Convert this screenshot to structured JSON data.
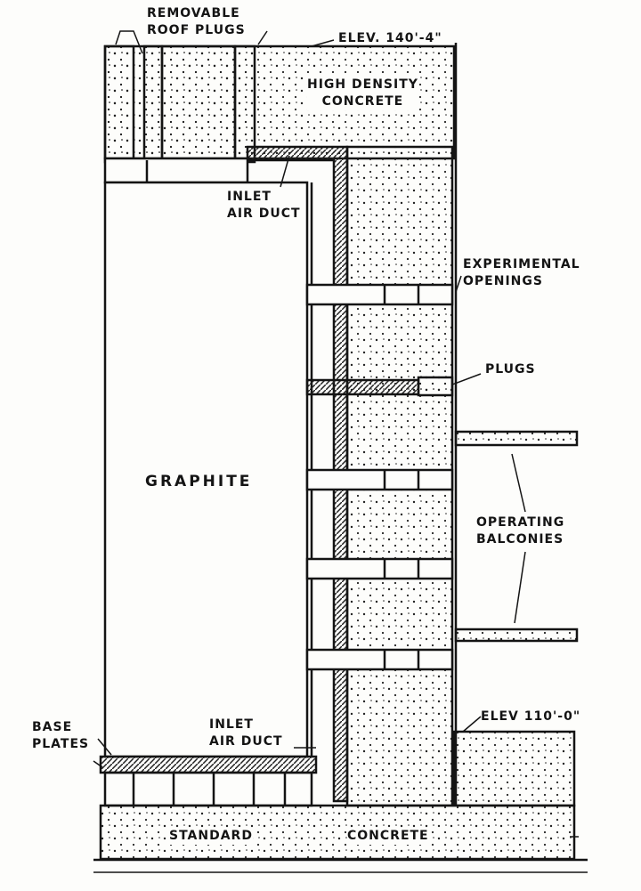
{
  "labels": {
    "roof_plugs": [
      "REMOVABLE",
      "ROOF PLUGS"
    ],
    "elev_top": "ELEV. 140'-4\"",
    "high_density": [
      "HIGH DENSITY",
      "CONCRETE"
    ],
    "inlet_top": [
      "INLET",
      "AIR DUCT"
    ],
    "experimental": [
      "EXPERIMENTAL",
      "OPENINGS"
    ],
    "plugs": "PLUGS",
    "graphite": "GRAPHITE",
    "balconies": [
      "OPERATING",
      "BALCONIES"
    ],
    "base_plates": [
      "BASE",
      "PLATES"
    ],
    "inlet_bottom": [
      "INLET",
      "AIR DUCT"
    ],
    "elev_bottom": "ELEV 110'-0\"",
    "standard": "STANDARD",
    "concrete": "CONCRETE"
  },
  "colors": {
    "ink": "#141414",
    "paper": "#fdfdfb"
  }
}
